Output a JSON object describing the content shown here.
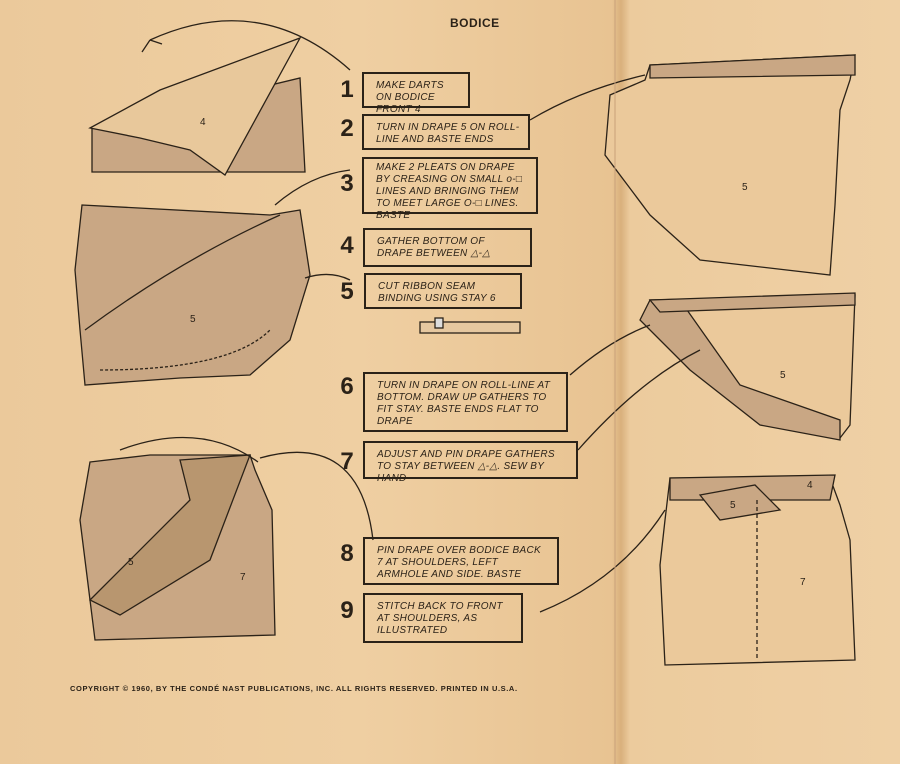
{
  "header": {
    "title": "BODICE"
  },
  "steps": [
    {
      "number": "1",
      "text": "MAKE DARTS ON BODICE FRONT 4"
    },
    {
      "number": "2",
      "text": "TURN IN DRAPE 5 ON ROLL-LINE AND BASTE ENDS"
    },
    {
      "number": "3",
      "text": "MAKE 2 PLEATS ON DRAPE BY CREASING ON SMALL o-□ LINES AND BRINGING THEM TO MEET LARGE O-□ LINES. BASTE"
    },
    {
      "number": "4",
      "text": "GATHER BOTTOM OF DRAPE BETWEEN △-△"
    },
    {
      "number": "5",
      "text": "CUT RIBBON SEAM BINDING USING STAY 6"
    },
    {
      "number": "6",
      "text": "TURN IN DRAPE ON ROLL-LINE AT BOTTOM. DRAW UP GATHERS TO FIT STAY. BASTE ENDS FLAT TO DRAPE"
    },
    {
      "number": "7",
      "text": "ADJUST AND PIN DRAPE GATHERS TO STAY BETWEEN △-△. SEW BY HAND"
    },
    {
      "number": "8",
      "text": "PIN DRAPE OVER BODICE BACK 7 AT SHOULDERS, LEFT ARMHOLE AND SIDE. BASTE"
    },
    {
      "number": "9",
      "text": "STITCH BACK TO FRONT AT SHOULDERS, AS ILLUSTRATED"
    }
  ],
  "pieces": {
    "front": "4",
    "drape": "5",
    "back": "7"
  },
  "footer": {
    "copyright": "COPYRIGHT © 1960, BY THE CONDÉ NAST PUBLICATIONS, INC. ALL RIGHTS RESERVED. PRINTED IN U.S.A."
  },
  "colors": {
    "paper": "#ebc99b",
    "fabric": "#c9a784",
    "ink": "#2b2218"
  }
}
